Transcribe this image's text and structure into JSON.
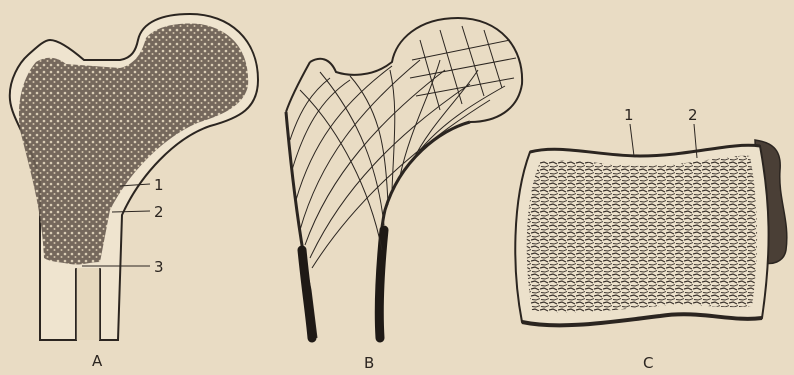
{
  "panels": [
    {
      "caption": "A",
      "markers": [
        "1",
        "2",
        "3"
      ]
    },
    {
      "caption": "B",
      "markers": []
    },
    {
      "caption": "C",
      "markers": [
        "1",
        "2"
      ]
    }
  ],
  "colors": {
    "paper": "#e9dcc4",
    "ink": "#2b2520",
    "bone_fill": "#efe4cf",
    "spongy": "#5a4e44"
  }
}
